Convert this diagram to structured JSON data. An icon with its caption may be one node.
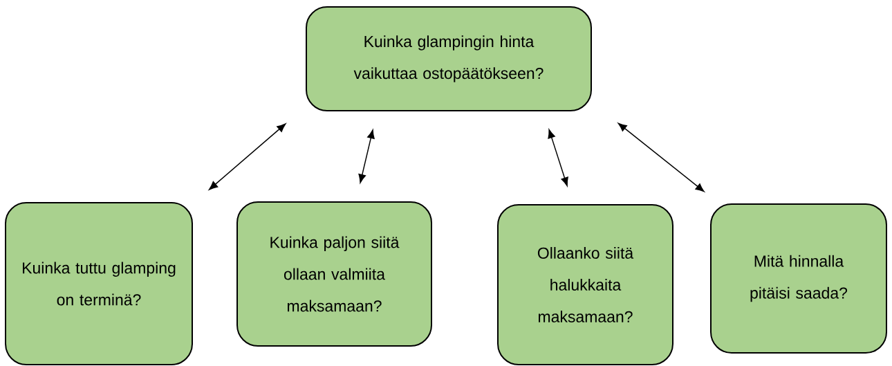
{
  "diagram": {
    "nodes": [
      {
        "text": [
          "Kuinka glampingin hinta vaikuttaa ostopäätökseen?"
        ]
      },
      {
        "text": [
          "Kuinka tuttu glamping on terminä?"
        ]
      },
      {
        "text": [
          "Kuinka paljon siitä ollaan valmiita maksamaan?"
        ]
      },
      {
        "text": [
          "Ollaanko siitä halukkaita maksamaan?"
        ]
      },
      {
        "text": [
          "Mitä hinnalla pitäisi saada?"
        ]
      }
    ],
    "edges": [
      {
        "from": 0,
        "to": 1,
        "arrow": "both"
      },
      {
        "from": 0,
        "to": 2,
        "arrow": "both"
      },
      {
        "from": 0,
        "to": 3,
        "arrow": "both"
      },
      {
        "from": 0,
        "to": 4,
        "arrow": "both"
      }
    ]
  }
}
